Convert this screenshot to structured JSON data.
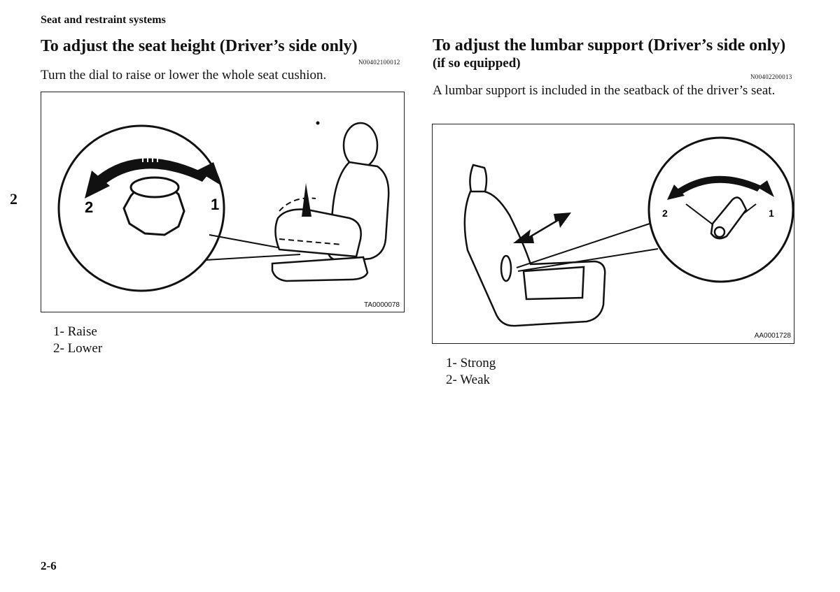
{
  "page": {
    "section_header": "Seat and restraint systems",
    "chapter_tab": "2",
    "page_number": "2-6"
  },
  "left_section": {
    "title": "To adjust the seat height (Driver’s side only)",
    "ref_code": "N00402100012",
    "body": "Turn the dial to raise or lower the whole seat cushion.",
    "figure": {
      "code": "TA0000078",
      "callout_1": "1",
      "callout_2": "2"
    },
    "legend": [
      "1- Raise",
      "2- Lower"
    ]
  },
  "right_section": {
    "title": "To adjust the lumbar support (Driver’s side only)",
    "subtitle": "(if so equipped)",
    "ref_code": "N00402200013",
    "body": "A lumbar support is included in the seatback of the driver’s seat.",
    "figure": {
      "code": "AA0001728",
      "callout_1": "1",
      "callout_2": "2"
    },
    "legend": [
      "1- Strong",
      "2- Weak"
    ]
  }
}
